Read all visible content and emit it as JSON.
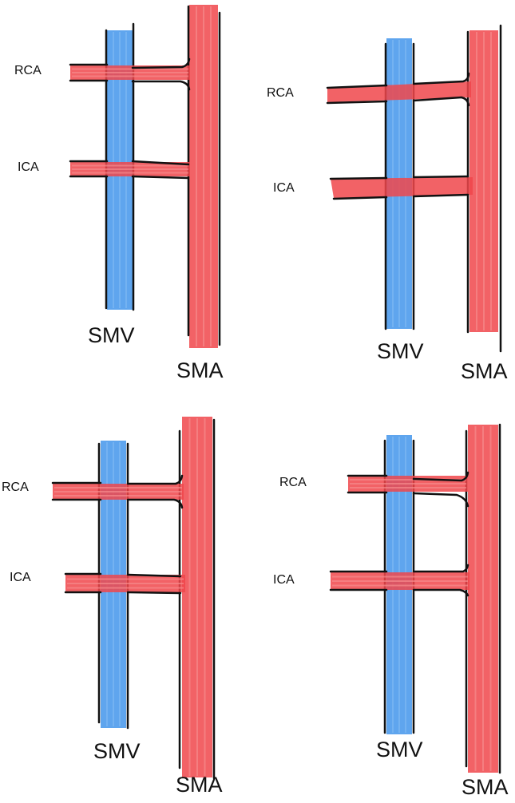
{
  "colors": {
    "artery": "#f0474b",
    "artery_light": "#f58a8c",
    "vein": "#4e9bec",
    "vein_light": "#7db8f2",
    "outline": "#111111"
  },
  "panels": [
    {
      "id": "top-left",
      "labels": {
        "rca": "RCA",
        "ica": "ICA",
        "smv": "SMV",
        "sma": "SMA"
      }
    },
    {
      "id": "top-right",
      "labels": {
        "rca": "RCA",
        "ica": "ICA",
        "smv": "SMV",
        "sma": "SMA"
      }
    },
    {
      "id": "bottom-left",
      "labels": {
        "rca": "RCA",
        "ica": "ICA",
        "smv": "SMV",
        "sma": "SMA"
      }
    },
    {
      "id": "bottom-right",
      "labels": {
        "rca": "RCA",
        "ica": "ICA",
        "smv": "SMV",
        "sma": "SMA"
      }
    }
  ]
}
